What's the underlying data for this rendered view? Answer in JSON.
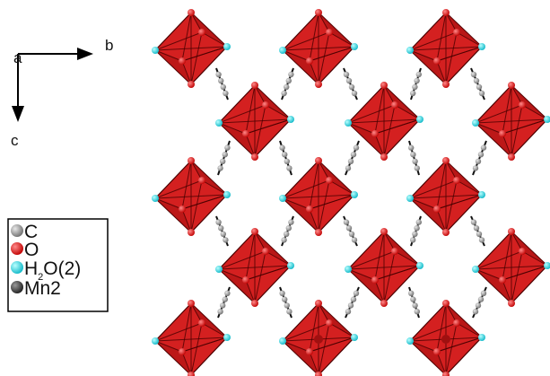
{
  "axes": {
    "a": "a",
    "b": "b",
    "c": "c"
  },
  "legend": {
    "items": [
      {
        "symbol": "C",
        "color": "#8c8c8c",
        "label": "C"
      },
      {
        "symbol": "O",
        "color": "#e01010",
        "label": "O"
      },
      {
        "symbol": "H2O",
        "color": "#22d4e0",
        "label_main": "H",
        "label_sub": "2",
        "label_rest": "O(2)"
      },
      {
        "symbol": "Mn",
        "color": "#3a3a3a",
        "label": "Mn2"
      }
    ]
  },
  "colors": {
    "octahedron_fill": "#d42020",
    "octahedron_dark": "#a01010",
    "octahedron_edge": "#4a0000",
    "oxygen": "#e01010",
    "water": "#22d4e0",
    "carbon": "#8c8c8c",
    "bond": "#111111"
  }
}
